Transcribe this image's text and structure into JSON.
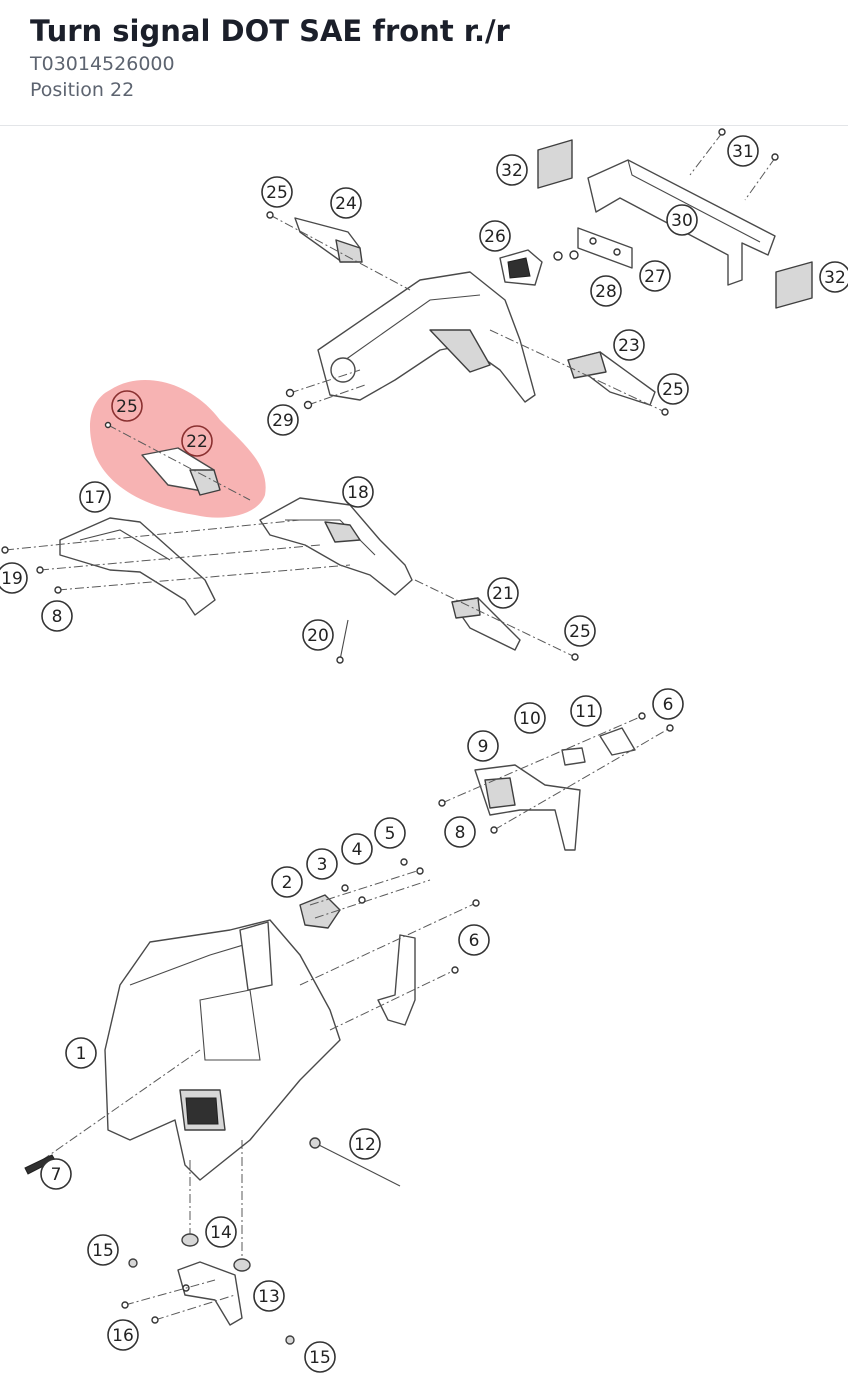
{
  "header": {
    "title": "Turn signal DOT SAE front r./r",
    "part_number": "T03014526000",
    "position": "Position 22"
  },
  "highlight_color": "#f07575",
  "callouts": [
    {
      "id": "c32a",
      "label": "32"
    },
    {
      "id": "c31",
      "label": "31"
    },
    {
      "id": "c30",
      "label": "30"
    },
    {
      "id": "c32b",
      "label": "32"
    },
    {
      "id": "c25a",
      "label": "25"
    },
    {
      "id": "c24",
      "label": "24"
    },
    {
      "id": "c26",
      "label": "26"
    },
    {
      "id": "c27",
      "label": "27"
    },
    {
      "id": "c28",
      "label": "28"
    },
    {
      "id": "c23",
      "label": "23"
    },
    {
      "id": "c25b",
      "label": "25"
    },
    {
      "id": "c29",
      "label": "29"
    },
    {
      "id": "c25c",
      "label": "25"
    },
    {
      "id": "c22",
      "label": "22"
    },
    {
      "id": "c17",
      "label": "17"
    },
    {
      "id": "c18",
      "label": "18"
    },
    {
      "id": "c19",
      "label": "19"
    },
    {
      "id": "c8a",
      "label": "8"
    },
    {
      "id": "c21",
      "label": "21"
    },
    {
      "id": "c25d",
      "label": "25"
    },
    {
      "id": "c20",
      "label": "20"
    },
    {
      "id": "c10",
      "label": "10"
    },
    {
      "id": "c11",
      "label": "11"
    },
    {
      "id": "c6a",
      "label": "6"
    },
    {
      "id": "c9",
      "label": "9"
    },
    {
      "id": "c8b",
      "label": "8"
    },
    {
      "id": "c2",
      "label": "2"
    },
    {
      "id": "c3",
      "label": "3"
    },
    {
      "id": "c4",
      "label": "4"
    },
    {
      "id": "c5",
      "label": "5"
    },
    {
      "id": "c6b",
      "label": "6"
    },
    {
      "id": "c1",
      "label": "1"
    },
    {
      "id": "c12",
      "label": "12"
    },
    {
      "id": "c7",
      "label": "7"
    },
    {
      "id": "c14",
      "label": "14"
    },
    {
      "id": "c15a",
      "label": "15"
    },
    {
      "id": "c13",
      "label": "13"
    },
    {
      "id": "c16",
      "label": "16"
    },
    {
      "id": "c15b",
      "label": "15"
    }
  ]
}
